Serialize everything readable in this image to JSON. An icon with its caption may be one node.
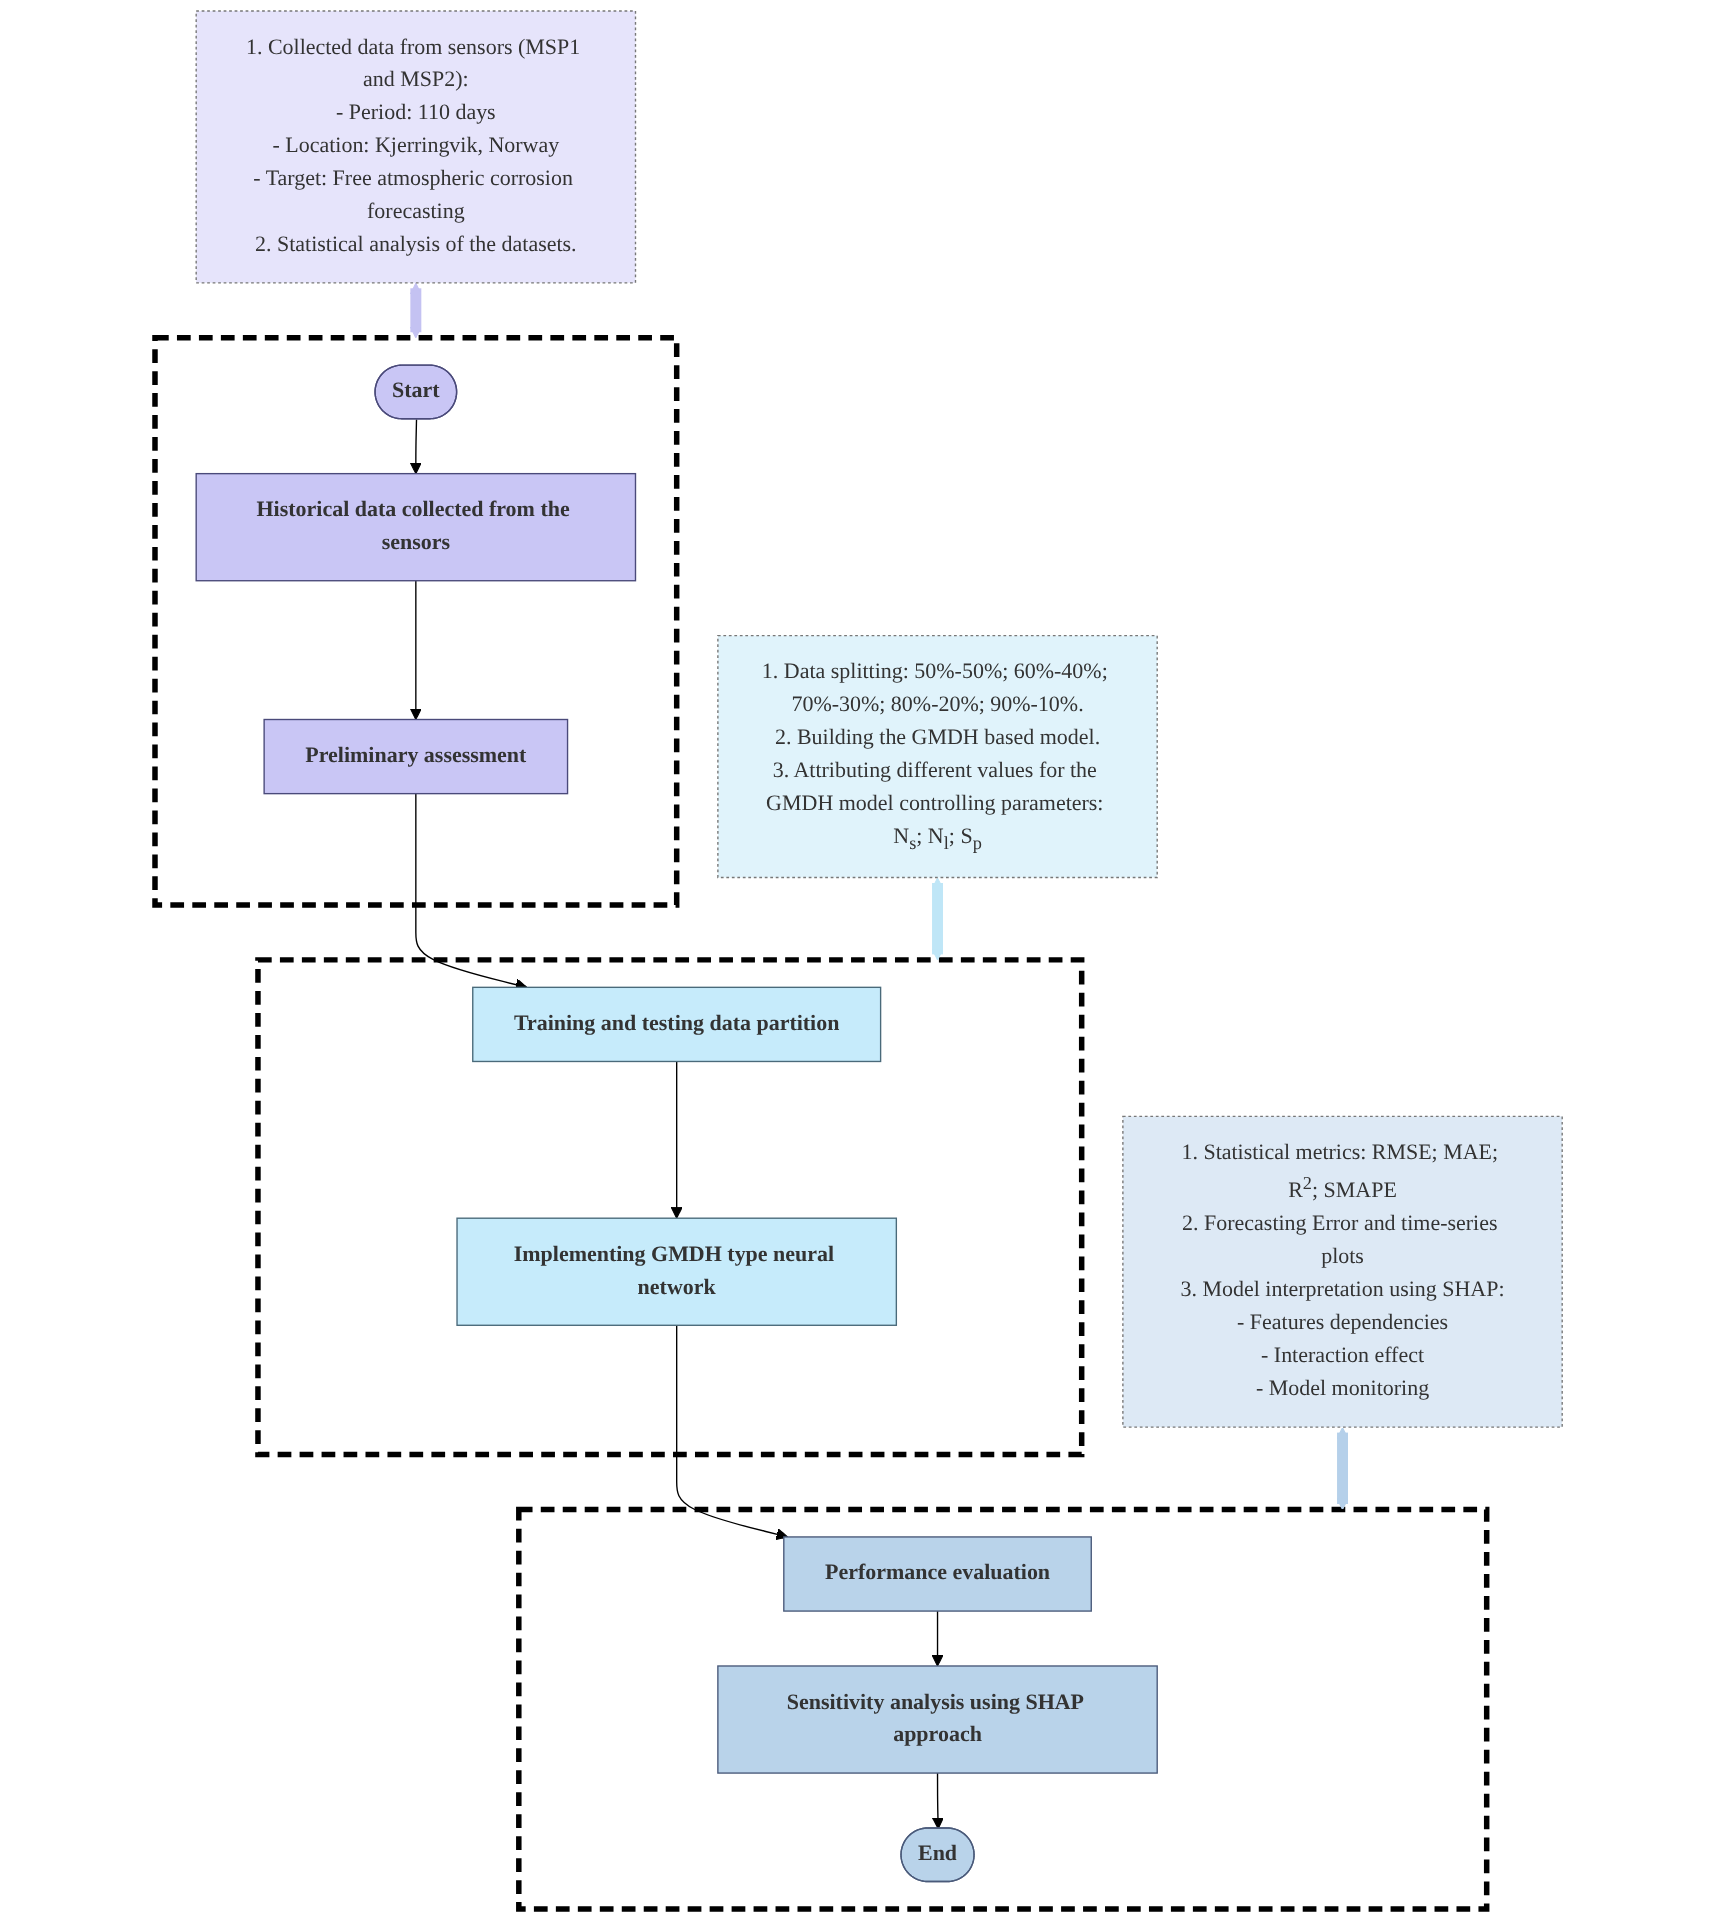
{
  "diagram": {
    "nodes": [
      {
        "text": [
          "1. Collected data from sensors (MSP1 and MSP2):",
          "- Period: 110 days",
          "- Location: Kjerringvik, Norway",
          "- Target: Free atmospheric corrosion forecasting",
          "2. Statistical analysis of the datasets."
        ]
      },
      {
        "text": [],
        "shape": "box"
      },
      {
        "text": [
          "Start"
        ],
        "in": 1
      },
      {
        "text": [
          "Historical data collected from the sensors"
        ],
        "in": 1
      },
      {
        "text": [
          "Preliminary assessment"
        ],
        "in": 1
      },
      {
        "text": [
          "1. Data splitting: 50%-50%; 60%-40%; 70%-30%; 80%-20%; 90%-10%.",
          "2. Building the GMDH based model.",
          "3. Attributing different values for the GMDH model controlling parameters: N$_{s}$; N$_{l}$; S$_{p}$"
        ]
      },
      {
        "text": [],
        "shape": "box"
      },
      {
        "text": [
          "Training and testing data partition"
        ],
        "in": 6
      },
      {
        "text": [
          "Implementing GMDH type neural network"
        ],
        "in": 6
      },
      {
        "text": [
          "1. Statistical metrics: RMSE; MAE; R$^{2}$; SMAPE",
          "2. Forecasting Error and time-series plots",
          "3. Model interpretation using SHAP:",
          "- Features dependencies",
          "- Interaction effect",
          "- Model monitoring"
        ]
      },
      {
        "text": [],
        "shape": "box"
      },
      {
        "text": [
          "Performance evaluation"
        ],
        "in": 10
      },
      {
        "text": [
          "Sensitivity analysis using SHAP approach"
        ],
        "in": 10
      },
      {
        "text": [
          "End"
        ],
        "in": 10
      }
    ],
    "edges": [
      {
        "from": 0,
        "to": 1,
        "arrow": "both",
        "style": "thick",
        "color": "#c4c2f2"
      },
      {
        "from": 2,
        "to": 3,
        "arrow": "to"
      },
      {
        "from": 3,
        "to": 4,
        "arrow": "to"
      },
      {
        "from": 4,
        "to": 7,
        "arrow": "to"
      },
      {
        "from": 5,
        "to": 6,
        "arrow": "both",
        "style": "thick",
        "color": "#bfe6f7"
      },
      {
        "from": 7,
        "to": 8,
        "arrow": "to"
      },
      {
        "from": 8,
        "to": 11,
        "arrow": "to"
      },
      {
        "from": 9,
        "to": 10,
        "arrow": "both",
        "style": "thick",
        "color": "#b5d0ea"
      },
      {
        "from": 11,
        "to": 12,
        "arrow": "to"
      },
      {
        "from": 12,
        "to": 13,
        "arrow": "to"
      }
    ]
  }
}
